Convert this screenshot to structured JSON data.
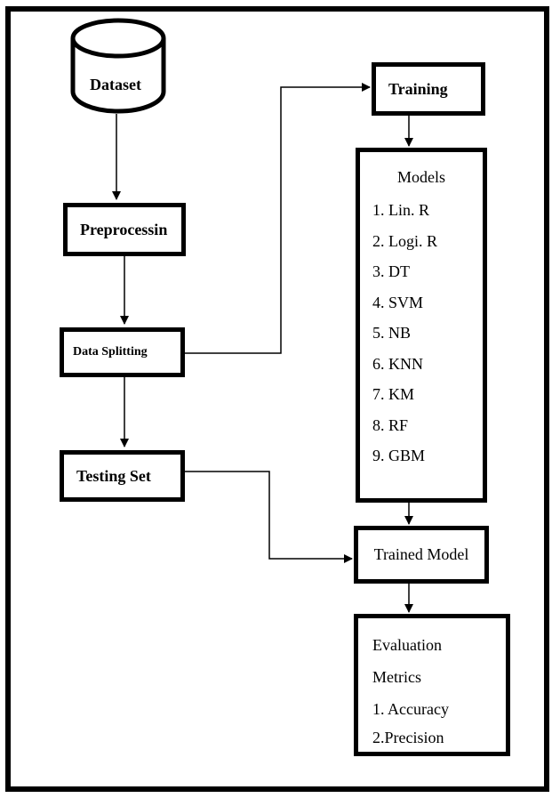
{
  "nodes": {
    "dataset": "Dataset",
    "preprocessing": "Preprocessin",
    "data_splitting": "Data Splitting",
    "testing_set": "Testing Set",
    "training": "Training",
    "trained_model": "Trained Model"
  },
  "models": {
    "title": "Models",
    "items": [
      "1. Lin.  R",
      "2. Logi.  R",
      "3. DT",
      "4. SVM",
      "5. NB",
      "6. KNN",
      "7. KM",
      "8. RF",
      "9. GBM"
    ]
  },
  "evaluation": {
    "title_line1": "Evaluation",
    "title_line2": "Metrics",
    "items": [
      "1. Accuracy",
      "2.Precision"
    ]
  }
}
